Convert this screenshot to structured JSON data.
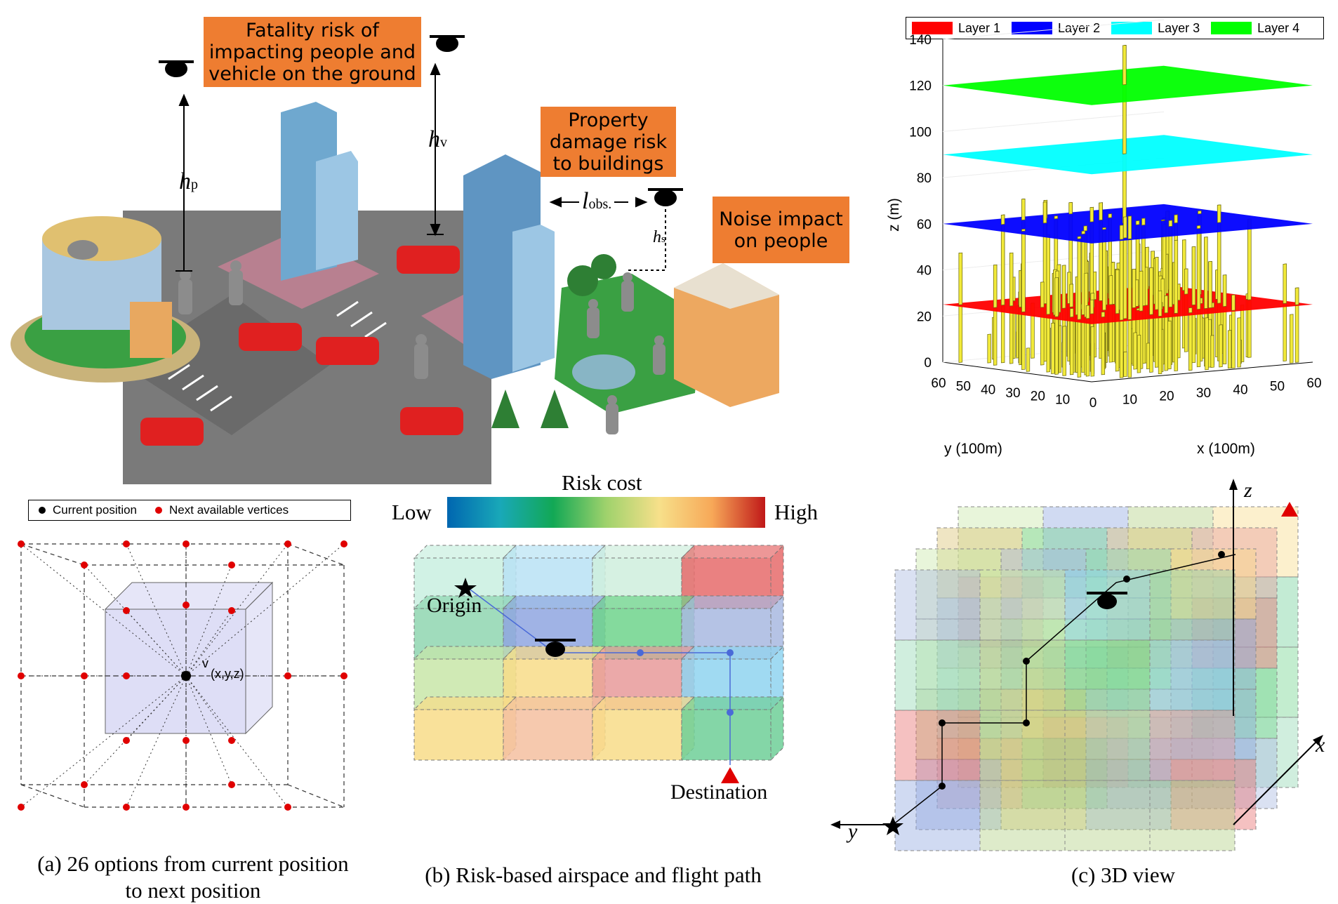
{
  "top_scene": {
    "callouts": {
      "fatality": "Fatality risk of impacting people and vehicle on the ground",
      "property": "Property damage risk to buildings",
      "noise": "Noise impact on people"
    },
    "labels": {
      "hp": "h",
      "hp_sub": "p",
      "hv": "h",
      "hv_sub": "v",
      "lobs": "l",
      "lobs_sub": "obs.",
      "hs": "h",
      "hs_sub": "s"
    }
  },
  "panel_a": {
    "legend": {
      "current": "Current position",
      "next": "Next available vertices"
    },
    "center_label": "v",
    "center_coords": "(x,y,z)",
    "caption": "(a) 26 options from current position to next position",
    "colors": {
      "current": "#000000",
      "next": "#e00000",
      "cube": "#c8c8f0"
    }
  },
  "panel_b": {
    "colorbar_title": "Risk cost",
    "low_label": "Low",
    "high_label": "High",
    "origin_label": "Origin",
    "destination_label": "Destination",
    "caption": "(b) Risk-based airspace and flight path"
  },
  "panel_c": {
    "axis_labels": {
      "x": "x",
      "y": "y",
      "z": "z"
    },
    "caption": "(c) 3D view"
  },
  "chart_data": {
    "type": "bar3d",
    "title": "",
    "legend": [
      "Layer 1",
      "Layer 2",
      "Layer 3",
      "Layer 4"
    ],
    "legend_colors": [
      "#ff0000",
      "#0000ff",
      "#00ffff",
      "#00ff00"
    ],
    "layer_heights": [
      25,
      60,
      90,
      120
    ],
    "zlabel": "z (m)",
    "xlabel": "x (100m)",
    "ylabel": "y (100m)",
    "zticks": [
      0,
      20,
      40,
      60,
      80,
      100,
      120,
      140
    ],
    "xticks": [
      0,
      10,
      20,
      30,
      40,
      50,
      60
    ],
    "yticks": [
      60,
      50,
      40,
      30,
      20,
      10
    ],
    "zlim": [
      0,
      140
    ],
    "xlim": [
      0,
      60
    ],
    "ylim": [
      0,
      60
    ]
  }
}
